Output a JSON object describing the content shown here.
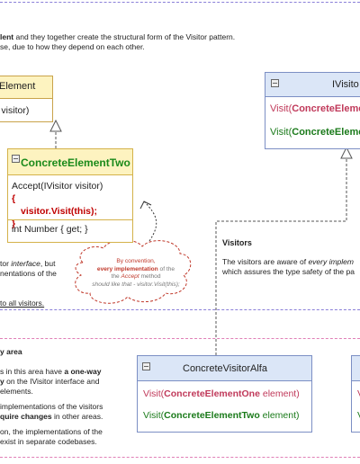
{
  "intro": {
    "line1_bold_start": "lent",
    "line1_rest": " and they together create the structural form of the Visitor pattern.",
    "line2": "se, due to how they depend on each other."
  },
  "element_box": {
    "title": "Element",
    "member": "r visitor)"
  },
  "concrete_element_two": {
    "title": "ConcreteElementTwo",
    "method": "Accept(IVisitor visitor)",
    "brace_open": "{",
    "body": "visitor.Visit(this);",
    "brace_close": "}",
    "property": "int Number { get; }"
  },
  "ivisitor_box": {
    "title": "IVisito",
    "m1_prefix": "Visit(",
    "m1_bold": "ConcreteEleme",
    "m2_prefix": "Visit(",
    "m2_bold": "ConcreteEleme"
  },
  "visitors_section": {
    "title": "Visitors",
    "line1_prefix": "The visitors are aware of ",
    "line1_italic": "every implem",
    "line2": "which assures the type safety of the pa"
  },
  "left_notes": {
    "line1_prefix": "tor ",
    "line1_italic": "interface",
    "line1_suffix": ", but",
    "line2": "nentations of the",
    "line3": "to all visitors."
  },
  "cloud": {
    "l1": "By convention,",
    "l2_bold": "every implementation",
    "l2_rest": " of the",
    "l3_prefix": "the ",
    "l3_italic": "Accept",
    "l3_rest": " method",
    "l4": "should like that - visitor.Visit(this);"
  },
  "visitor_area": {
    "title": "y area",
    "l1_prefix": "s in this area have ",
    "l1_bold": "a one-way",
    "l2_bold": "y",
    "l2_rest": " on the IVisitor interface and",
    "l3": "elements.",
    "l4": "implementations of the visitors",
    "l5_bold": "quire changes",
    "l5_rest": " in other areas.",
    "l6": "on, the implementations of the",
    "l7": "exist in separate codebases."
  },
  "concrete_visitor_alfa": {
    "title": "ConcreteVisitorAlfa",
    "m1_prefix": "Visit(",
    "m1_bold": "ConcreteElementOne",
    "m1_suffix": " element)",
    "m2_prefix": "Visit(",
    "m2_bold": "ConcreteElementTwo",
    "m2_suffix": " element)"
  },
  "concrete_visitor_beta_cut": {
    "m1": "V",
    "m2": "V"
  },
  "colors": {
    "element_fill": "#fdf3c0",
    "visitor_fill": "#dbe6f7",
    "green": "#1a8a1a",
    "red": "#c00000",
    "pink": "#c0395a",
    "separator_purple": "#8a7fd8",
    "separator_pink": "#e07fb6"
  }
}
